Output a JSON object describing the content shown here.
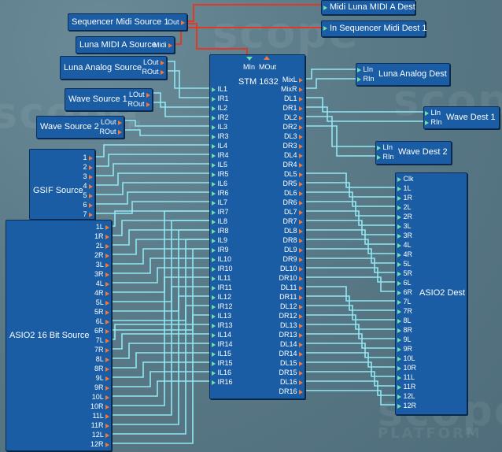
{
  "modules": {
    "seq_midi_source": {
      "title": "Sequencer Midi Source 1",
      "out": "Out"
    },
    "luna_midi_source": {
      "title": "Luna MIDI A Source",
      "out": "Midi"
    },
    "luna_analog_source": {
      "title": "Luna Analog Source",
      "outs": [
        "LOut",
        "ROut"
      ]
    },
    "wave_source_1": {
      "title": "Wave Source 1",
      "outs": [
        "LOut",
        "ROut"
      ]
    },
    "wave_source_2": {
      "title": "Wave Source 2",
      "outs": [
        "LOut",
        "ROut"
      ]
    },
    "gsif_source": {
      "title": "GSIF Source",
      "outs": [
        "1",
        "2",
        "3",
        "4",
        "5",
        "6",
        "7"
      ]
    },
    "asio_16_source": {
      "title": "ASIO2 16 Bit Source",
      "outs": [
        "1L",
        "1R",
        "2L",
        "2R",
        "3L",
        "3R",
        "4L",
        "4R",
        "5L",
        "5R",
        "6L",
        "6R",
        "7L",
        "7R",
        "8L",
        "8R",
        "9L",
        "9R",
        "10L",
        "10R",
        "11L",
        "11R",
        "12L",
        "12R"
      ]
    },
    "midi_luna_a_dest": {
      "title": "Midi Luna MIDI A Dest"
    },
    "in_seq_midi_dest": {
      "title": "In Sequencer Midi Dest 1"
    },
    "luna_analog_dest": {
      "title": "Luna Analog Dest",
      "ins": [
        "LIn",
        "RIn"
      ]
    },
    "wave_dest_1": {
      "title": "Wave Dest 1",
      "ins": [
        "LIn",
        "RIn"
      ]
    },
    "wave_dest_2": {
      "title": "Wave Dest 2",
      "ins": [
        "LIn",
        "RIn"
      ]
    },
    "asio_dest": {
      "title": "ASIO2 Dest",
      "ins": [
        "Clk",
        "1L",
        "1R",
        "2L",
        "2R",
        "3L",
        "3R",
        "4L",
        "4R",
        "5L",
        "5R",
        "6L",
        "6R",
        "7L",
        "7R",
        "8L",
        "8R",
        "9L",
        "9R",
        "10L",
        "10R",
        "11L",
        "11R",
        "12L",
        "12R"
      ]
    },
    "stm": {
      "title": "STM 1632",
      "midi_in": "MIn",
      "midi_out": "MOut",
      "ins": [
        "IL1",
        "IR1",
        "IL2",
        "IR2",
        "IL3",
        "IR3",
        "IL4",
        "IR4",
        "IL5",
        "IR5",
        "IL6",
        "IR6",
        "IL7",
        "IR7",
        "IL8",
        "IR8",
        "IL9",
        "IR9",
        "IL10",
        "IR10",
        "IL11",
        "IR11",
        "IL12",
        "IR12",
        "IL13",
        "IR13",
        "IL14",
        "IR14",
        "IL15",
        "IR15",
        "IL16",
        "IR16"
      ],
      "outs": [
        "MixL",
        "MixR",
        "DL1",
        "DR1",
        "DL2",
        "DR2",
        "DL3",
        "DR3",
        "DL4",
        "DR4",
        "DL5",
        "DR5",
        "DL6",
        "DR6",
        "DL7",
        "DR7",
        "DL8",
        "DR8",
        "DL9",
        "DR9",
        "DL10",
        "DR10",
        "DL11",
        "DR11",
        "DL12",
        "DR12",
        "DL13",
        "DR13",
        "DL14",
        "DR14",
        "DL15",
        "DR15",
        "DL16",
        "DR16"
      ]
    }
  },
  "watermark": {
    "brand": "scope",
    "sub": "PLATFORM"
  },
  "colors": {
    "module": "#1a5da4",
    "wire_audio": "#8fe8f4",
    "wire_midi": "#e23a22",
    "port_out": "#f07a3c",
    "port_in": "#6fe0a8",
    "background": "#5e7f8d"
  }
}
